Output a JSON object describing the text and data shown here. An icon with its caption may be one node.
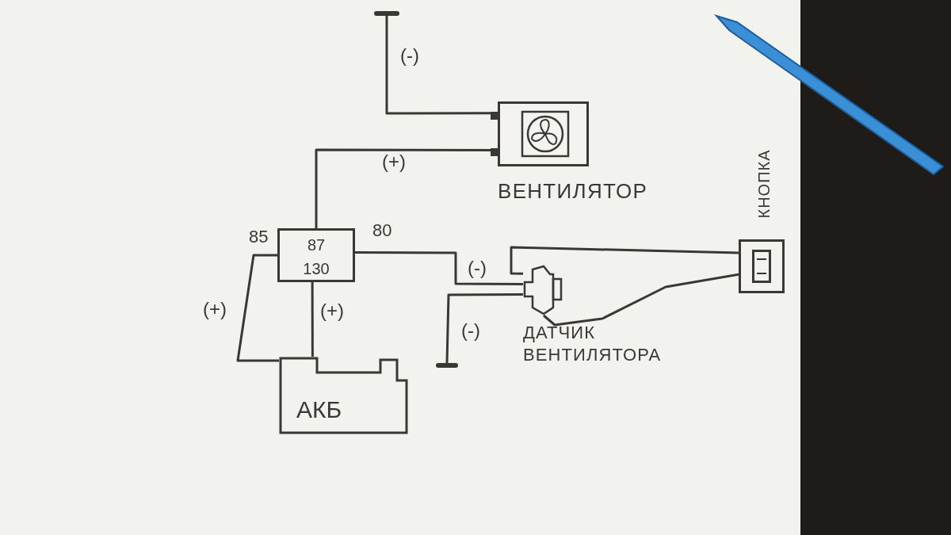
{
  "diagram": {
    "nodes": [
      {
        "text": [],
        "shape": "bar"
      },
      {
        "text": [
          "ВЕНТИЛЯТОР"
        ]
      },
      {
        "text": [
          "87",
          "130"
        ],
        "beside": [
          "85",
          "80"
        ]
      },
      {
        "text": [
          "АКБ"
        ]
      },
      {
        "text": [
          "ДАТЧИК ВЕНТИЛЯТОРА"
        ]
      },
      {
        "text": [
          "КНОПКА"
        ]
      },
      {
        "text": [],
        "shape": "bar"
      }
    ],
    "edges": [
      {
        "from": 0,
        "to": 1,
        "arrow": "none",
        "label": "(-)"
      },
      {
        "from": 2,
        "to": 1,
        "arrow": "none",
        "label": "(+)"
      },
      {
        "from": 2,
        "to": 3,
        "arrow": "none",
        "label": "(+)"
      },
      {
        "from": 2,
        "to": 3,
        "arrow": "none",
        "label": "(+)"
      },
      {
        "from": 2,
        "to": 4,
        "arrow": "none",
        "label": "(-)"
      },
      {
        "from": 4,
        "to": 6,
        "arrow": "none",
        "label": "(-)"
      },
      {
        "from": 4,
        "to": 5,
        "arrow": "none"
      },
      {
        "from": 4,
        "to": 5,
        "arrow": "none"
      }
    ]
  }
}
